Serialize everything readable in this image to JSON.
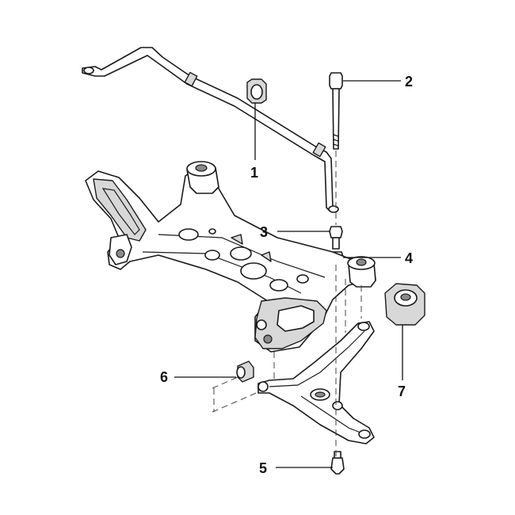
{
  "callouts": {
    "c1": "1",
    "c2": "2",
    "c3": "3",
    "c4": "4",
    "c5": "5",
    "c6": "6",
    "c7": "7"
  },
  "colors": {
    "line": "#1a1a1a",
    "shade": "#d8d8d8",
    "background": "#ffffff"
  }
}
